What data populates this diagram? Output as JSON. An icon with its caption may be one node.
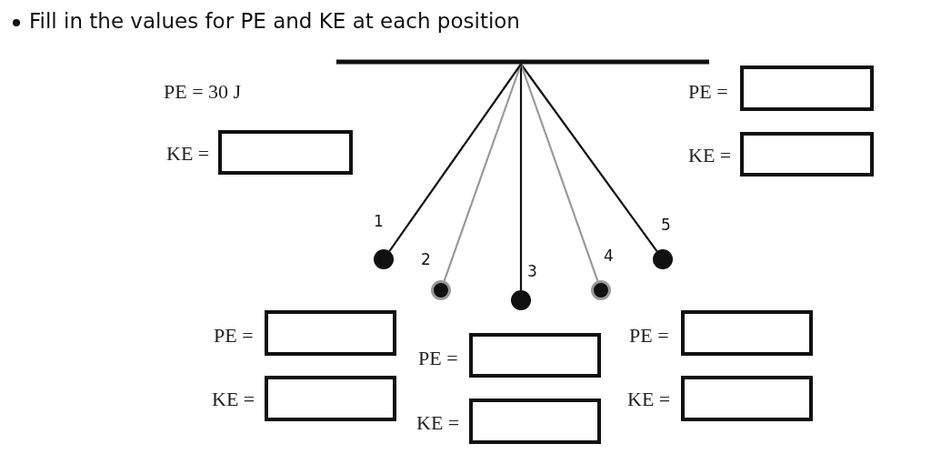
{
  "diagram": {
    "title": "Fill in the values for PE and KE at each position",
    "nodes": [
      {
        "text": [],
        "shape": "bar"
      },
      {
        "text": [],
        "shape": "circle",
        "beside": [
          "1"
        ]
      },
      {
        "text": [],
        "shape": "circle",
        "beside": [
          "2"
        ]
      },
      {
        "text": [],
        "shape": "circle",
        "beside": [
          "3"
        ]
      },
      {
        "text": [],
        "shape": "circle",
        "beside": [
          "4"
        ]
      },
      {
        "text": [],
        "shape": "circle",
        "beside": [
          "5"
        ]
      }
    ],
    "edges": [
      {
        "from": 0,
        "to": 1,
        "arrow": "none"
      },
      {
        "from": 0,
        "to": 2,
        "arrow": "none",
        "color": "#999999"
      },
      {
        "from": 0,
        "to": 3,
        "arrow": "none"
      },
      {
        "from": 0,
        "to": 4,
        "arrow": "none",
        "color": "#999999"
      },
      {
        "from": 0,
        "to": 5,
        "arrow": "none"
      }
    ],
    "labels": [
      "PE = 30 J",
      "PE =",
      "KE =",
      "KE =",
      "PE =",
      "PE =",
      "PE =",
      "KE =",
      "KE =",
      "KE ="
    ]
  }
}
